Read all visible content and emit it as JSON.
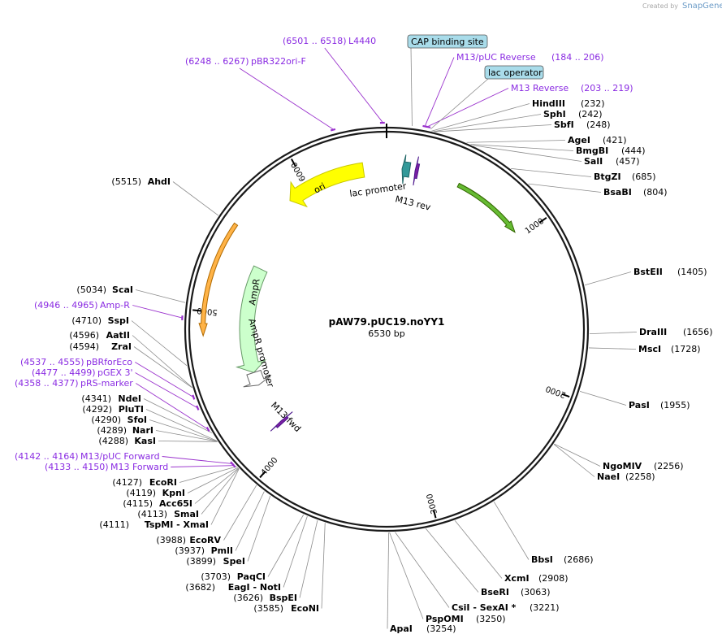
{
  "brand": {
    "created_by": "Created by",
    "name": "SnapGene"
  },
  "plasmid": {
    "name": "pAW79.pUC19.noYY1",
    "size_label": "6530 bp",
    "length": 6530
  },
  "ticks": [
    {
      "pos": 1000,
      "label": "1000"
    },
    {
      "pos": 2000,
      "label": "2000"
    },
    {
      "pos": 3000,
      "label": "3000"
    },
    {
      "pos": 4000,
      "label": "4000"
    },
    {
      "pos": 5000,
      "label": "5000"
    },
    {
      "pos": 6000,
      "label": "6000"
    }
  ],
  "features": [
    {
      "name": "ori",
      "label": "ori",
      "start": 5860,
      "end": 6380,
      "strand": -1,
      "color": "#ffff00",
      "stroke": "#c8c800",
      "track": 1
    },
    {
      "name": "ampr",
      "label": "AmpR",
      "start": 4570,
      "end": 5360,
      "strand": -1,
      "color": "#ccffcc",
      "stroke": "#669966",
      "track": 2
    },
    {
      "name": "ampr-promoter",
      "label": "AmpR promoter",
      "start": 4470,
      "end": 4570,
      "strand": -1,
      "color": "#ffffff",
      "stroke": "#666666",
      "track": 2
    },
    {
      "name": "orange-feature",
      "label": "",
      "start": 4860,
      "end": 5530,
      "strand": -1,
      "color": "#ffb347",
      "stroke": "#b06a00",
      "track": 0
    },
    {
      "name": "green-feature",
      "label": "",
      "start": 480,
      "end": 960,
      "strand": 1,
      "color": "#66bb33",
      "stroke": "#336600",
      "track": 1
    },
    {
      "name": "lac-promoter",
      "label": "lac promoter",
      "start": 100,
      "end": 150,
      "strand": -1,
      "color": "#339999",
      "stroke": "#1f6666",
      "track": 1
    },
    {
      "name": "m13-rev",
      "label": "M13 rev",
      "start": 185,
      "end": 205,
      "strand": -1,
      "color": "#7b1fa2",
      "stroke": "#4a148c",
      "track": 1
    },
    {
      "name": "m13-fwd",
      "label": "M13 fwd",
      "start": 4135,
      "end": 4155,
      "strand": 1,
      "color": "#7b1fa2",
      "stroke": "#4a148c",
      "track": 2
    }
  ],
  "boxed_labels": [
    {
      "text": "CAP binding site",
      "pos": 130
    },
    {
      "text": "lac operator",
      "pos": 225
    }
  ],
  "primers_top": [
    {
      "range": "(6501 .. 6518)",
      "name": "L4440",
      "pos": 6509
    },
    {
      "range": "(6248 .. 6267)",
      "name": "pBR322ori-F",
      "pos": 6257
    },
    {
      "range": "(184 .. 206)",
      "name": "M13/pUC Reverse",
      "pos": 195
    },
    {
      "range": "(203 .. 219)",
      "name": "M13 Reverse",
      "pos": 211
    }
  ],
  "primers_left": [
    {
      "range": "(4946 .. 4965)",
      "name": "Amp-R",
      "pos": 4955
    },
    {
      "range": "(4537 .. 4555)",
      "name": "pBRforEco",
      "pos": 4546
    },
    {
      "range": "(4477 .. 4499)",
      "name": "pGEX 3'",
      "pos": 4488
    },
    {
      "range": "(4358 .. 4377)",
      "name": "pRS-marker",
      "pos": 4367
    },
    {
      "range": "(4142 .. 4164)",
      "name": "M13/pUC Forward",
      "pos": 4153
    },
    {
      "range": "(4133 .. 4150)",
      "name": "M13 Forward",
      "pos": 4141
    }
  ],
  "sites_right": [
    {
      "name": "HindIII",
      "pos": "(232)",
      "bp": 232
    },
    {
      "name": "SphI",
      "pos": "(242)",
      "bp": 242
    },
    {
      "name": "SbfI",
      "pos": "(248)",
      "bp": 248
    },
    {
      "name": "AgeI",
      "pos": "(421)",
      "bp": 421
    },
    {
      "name": "BmgBI",
      "pos": "(444)",
      "bp": 444
    },
    {
      "name": "SalI",
      "pos": "(457)",
      "bp": 457
    },
    {
      "name": "BtgZI",
      "pos": "(685)",
      "bp": 685
    },
    {
      "name": "BsaBI",
      "pos": "(804)",
      "bp": 804
    },
    {
      "name": "BstEII",
      "pos": "(1405)",
      "bp": 1405
    },
    {
      "name": "DraIII",
      "pos": "(1656)",
      "bp": 1656
    },
    {
      "name": "MscI",
      "pos": "(1728)",
      "bp": 1728
    },
    {
      "name": "PasI",
      "pos": "(1955)",
      "bp": 1955
    },
    {
      "name": "NgoMIV",
      "pos": "(2256)",
      "bp": 2256
    },
    {
      "name": "NaeI",
      "pos": "(2258)",
      "bp": 2258
    },
    {
      "name": "BbsI",
      "pos": "(2686)",
      "bp": 2686
    },
    {
      "name": "XcmI",
      "pos": "(2908)",
      "bp": 2908
    },
    {
      "name": "BseRI",
      "pos": "(3063)",
      "bp": 3063
    },
    {
      "name": "CsiI - SexAI *",
      "pos": "(3221)",
      "bp": 3221
    }
  ],
  "sites_bottom": [
    {
      "name": "PspOMI",
      "pos": "(3250)",
      "bp": 3250
    },
    {
      "name": "ApaI",
      "pos": "(3254)",
      "bp": 3254
    }
  ],
  "sites_left": [
    {
      "name": "AhdI",
      "pos": "(5515)",
      "bp": 5515
    },
    {
      "name": "ScaI",
      "pos": "(5034)",
      "bp": 5034
    },
    {
      "name": "SspI",
      "pos": "(4710)",
      "bp": 4710
    },
    {
      "name": "AatII",
      "pos": "(4596)",
      "bp": 4596
    },
    {
      "name": "ZraI",
      "pos": "(4594)",
      "bp": 4594
    },
    {
      "name": "NdeI",
      "pos": "(4341)",
      "bp": 4341
    },
    {
      "name": "PluTI",
      "pos": "(4292)",
      "bp": 4292
    },
    {
      "name": "SfoI",
      "pos": "(4290)",
      "bp": 4290
    },
    {
      "name": "NarI",
      "pos": "(4289)",
      "bp": 4289
    },
    {
      "name": "KasI",
      "pos": "(4288)",
      "bp": 4288
    },
    {
      "name": "EcoRI",
      "pos": "(4127)",
      "bp": 4127
    },
    {
      "name": "KpnI",
      "pos": "(4119)",
      "bp": 4119
    },
    {
      "name": "Acc65I",
      "pos": "(4115)",
      "bp": 4115
    },
    {
      "name": "SmaI",
      "pos": "(4113)",
      "bp": 4113
    },
    {
      "name": "TspMI - XmaI",
      "pos": "(4111)",
      "bp": 4111
    },
    {
      "name": "EcoRV",
      "pos": "(3988)",
      "bp": 3988
    },
    {
      "name": "PmlI",
      "pos": "(3937)",
      "bp": 3937
    },
    {
      "name": "SpeI",
      "pos": "(3899)",
      "bp": 3899
    },
    {
      "name": "PaqCI",
      "pos": "(3703)",
      "bp": 3703
    },
    {
      "name": "EagI - NotI",
      "pos": "(3682)",
      "bp": 3682
    },
    {
      "name": "BspEI",
      "pos": "(3626)",
      "bp": 3626
    },
    {
      "name": "EcoNI",
      "pos": "(3585)",
      "bp": 3585
    }
  ]
}
